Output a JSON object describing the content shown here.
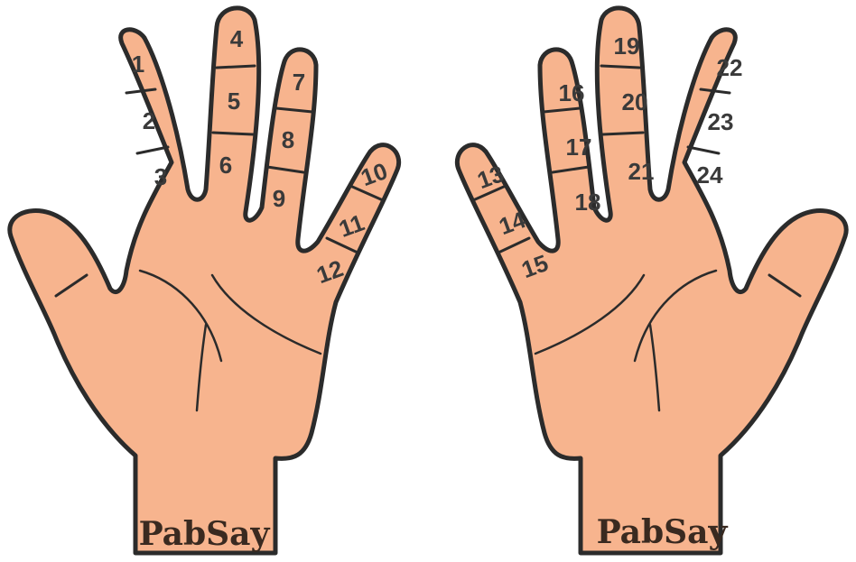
{
  "left_hand": {
    "brand": "PabSay",
    "segments": [
      "1",
      "2",
      "3",
      "4",
      "5",
      "6",
      "7",
      "8",
      "9",
      "10",
      "11",
      "12"
    ]
  },
  "right_hand": {
    "brand": "PabSay",
    "segments": [
      "13",
      "14",
      "15",
      "16",
      "17",
      "18",
      "19",
      "20",
      "21",
      "22",
      "23",
      "24"
    ]
  },
  "colors": {
    "skin": "#f7b48e",
    "outline": "#2b2b2b",
    "text": "#3a3a3a"
  }
}
